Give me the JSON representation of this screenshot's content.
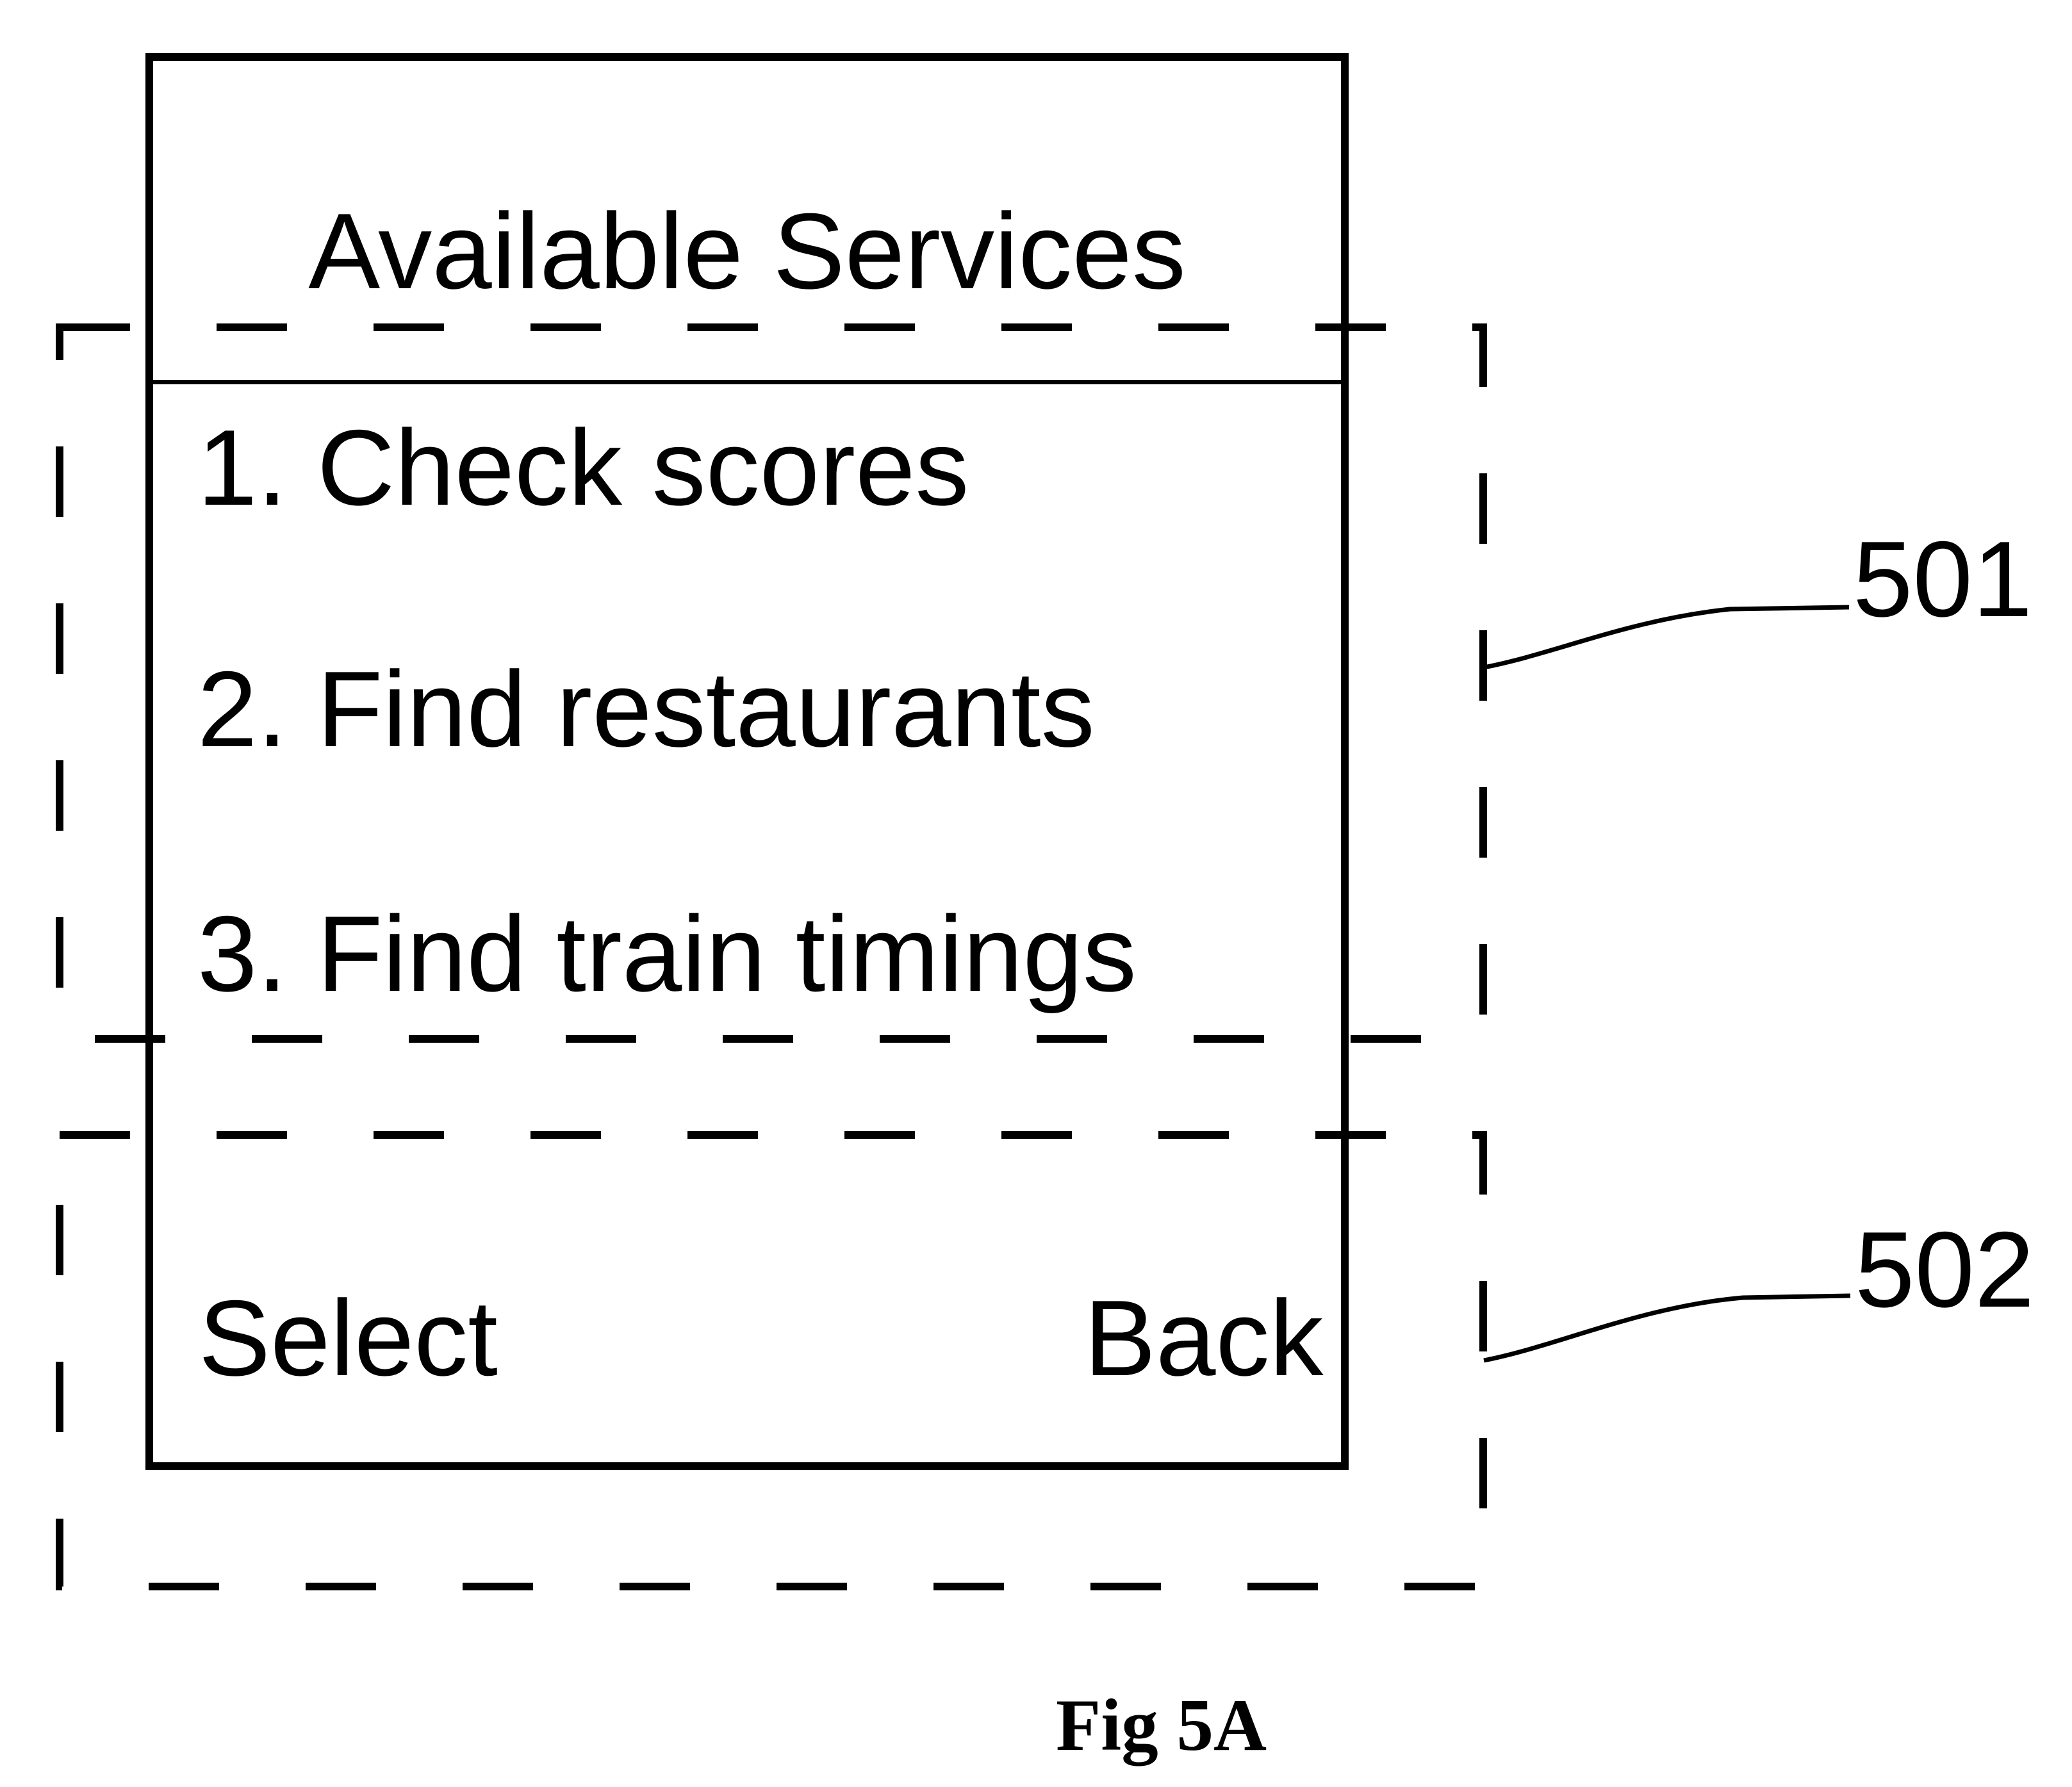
{
  "figure": {
    "caption": "Fig 5A"
  },
  "screen": {
    "title": "Available Services",
    "menu_items": [
      "1. Check scores",
      "2. Find restaurants",
      "3. Find train timings"
    ],
    "softkeys": {
      "left": "Select",
      "right": "Back"
    }
  },
  "annotations": {
    "menu_region_label": "501",
    "softkey_region_label": "502"
  },
  "colors": {
    "ink": "#000000",
    "paper": "#ffffff"
  }
}
